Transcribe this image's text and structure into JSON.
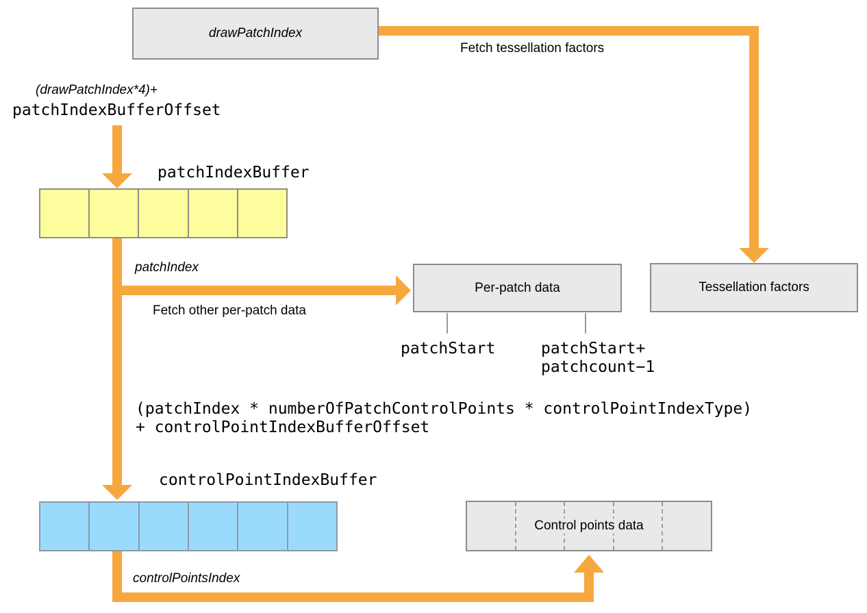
{
  "colors": {
    "orange": "#F6A83E",
    "yellow_fill": "#FDFD9E",
    "yellow_border": "#8E8E84",
    "blue_fill": "#9ADBFD",
    "blue_border": "#8C99A3",
    "box_fill": "#E9E9E9",
    "box_border": "#8C8C8C",
    "connector": "#999999"
  },
  "boxes": {
    "draw_patch_index": {
      "label": "drawPatchIndex"
    },
    "per_patch_data": {
      "label": "Per-patch data"
    },
    "tessellation_factors": {
      "label": "Tessellation factors"
    },
    "control_points_data": {
      "label": "Control points data",
      "cells": 5
    }
  },
  "buffers": {
    "patch_index": {
      "label": "patchIndexBuffer",
      "cells": 5
    },
    "control_point_index": {
      "label": "controlPointIndexBuffer",
      "cells": 6
    }
  },
  "annotations": {
    "offset_formula_line1": "(drawPatchIndex*4)+",
    "offset_formula_line2": "patchIndexBufferOffset",
    "fetch_tessellation": "Fetch tessellation factors",
    "patch_index": "patchIndex",
    "fetch_per_patch": "Fetch other per-patch data",
    "patch_start": "patchStart",
    "patch_start_plus_line1": "patchStart+",
    "patch_start_plus_line2": "patchcount−1",
    "control_point_formula_line1": "(patchIndex * numberOfPatchControlPoints * controlPointIndexType)",
    "control_point_formula_line2": "+ controlPointIndexBufferOffset",
    "control_points_index": "controlPointsIndex"
  }
}
